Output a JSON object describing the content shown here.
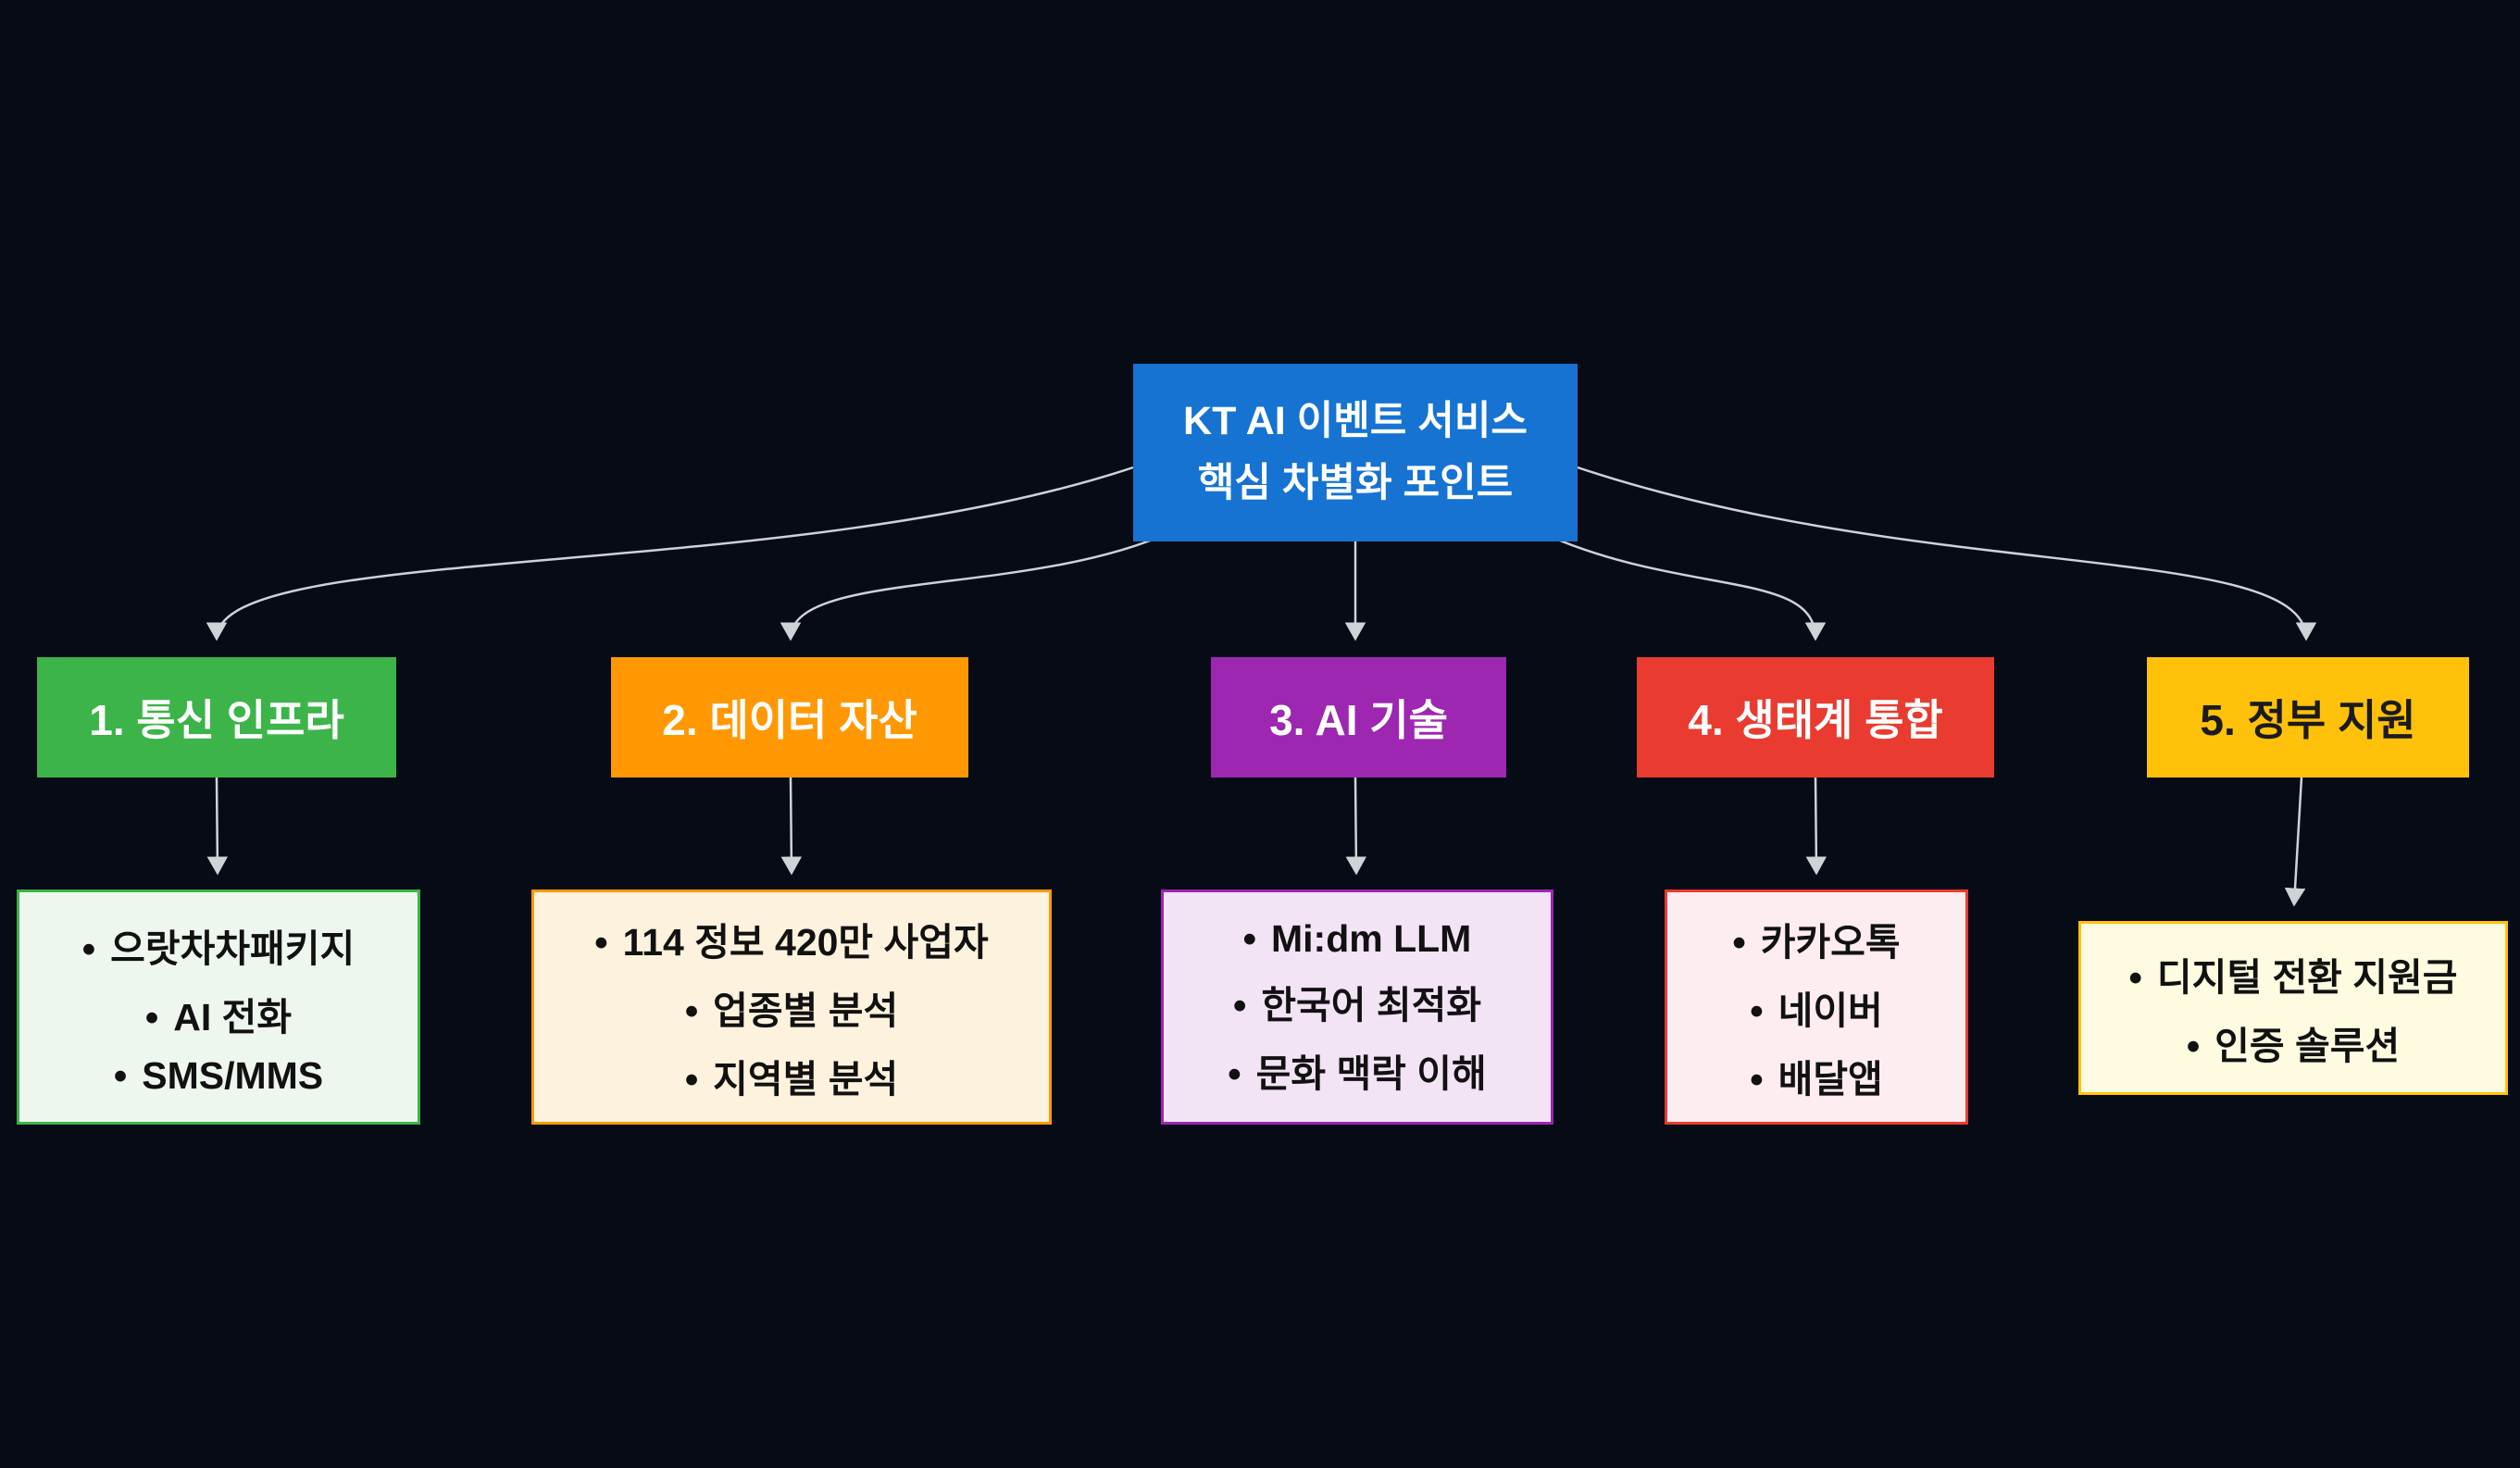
{
  "diagram": {
    "title": "KT AI 이벤트 서비스 핵심 차별화 포인트",
    "arrow_color": "#cfd2d6",
    "root": {
      "line1": "KT AI 이벤트 서비스",
      "line2": "핵심 차별화 포인트",
      "color": "#1673d2",
      "text_color": "#ffffff"
    },
    "branches": [
      {
        "label": "1. 통신 인프라",
        "color": "#3cb44a",
        "text_color": "#ffffff",
        "detail_bg": "#eef7ee",
        "detail_border": "#3cb44a",
        "items": [
          "으랏차차패키지",
          "AI 전화",
          "SMS/MMS"
        ]
      },
      {
        "label": "2. 데이터 자산",
        "color": "#ff9803",
        "text_color": "#ffffff",
        "detail_bg": "#fdf2dd",
        "detail_border": "#ff9803",
        "items": [
          "114 정보 420만 사업자",
          "업종별 분석",
          "지역별 분석"
        ]
      },
      {
        "label": "3. AI 기술",
        "color": "#9d27b0",
        "text_color": "#ffffff",
        "detail_bg": "#f2e3f5",
        "detail_border": "#9d27b0",
        "items": [
          "Mi:dm LLM",
          "한국어 최적화",
          "문화 맥락 이해"
        ]
      },
      {
        "label": "4. 생태계 통합",
        "color": "#ea3b30",
        "text_color": "#ffffff",
        "detail_bg": "#fdedf0",
        "detail_border": "#ea3b30",
        "items": [
          "카카오톡",
          "네이버",
          "배달앱"
        ]
      },
      {
        "label": "5. 정부 지원",
        "color": "#ffc10a",
        "text_color": "#1b1b1b",
        "detail_bg": "#fffbe0",
        "detail_border": "#ffc10a",
        "items": [
          "디지털 전환 지원금",
          "인증 솔루션"
        ]
      }
    ]
  }
}
